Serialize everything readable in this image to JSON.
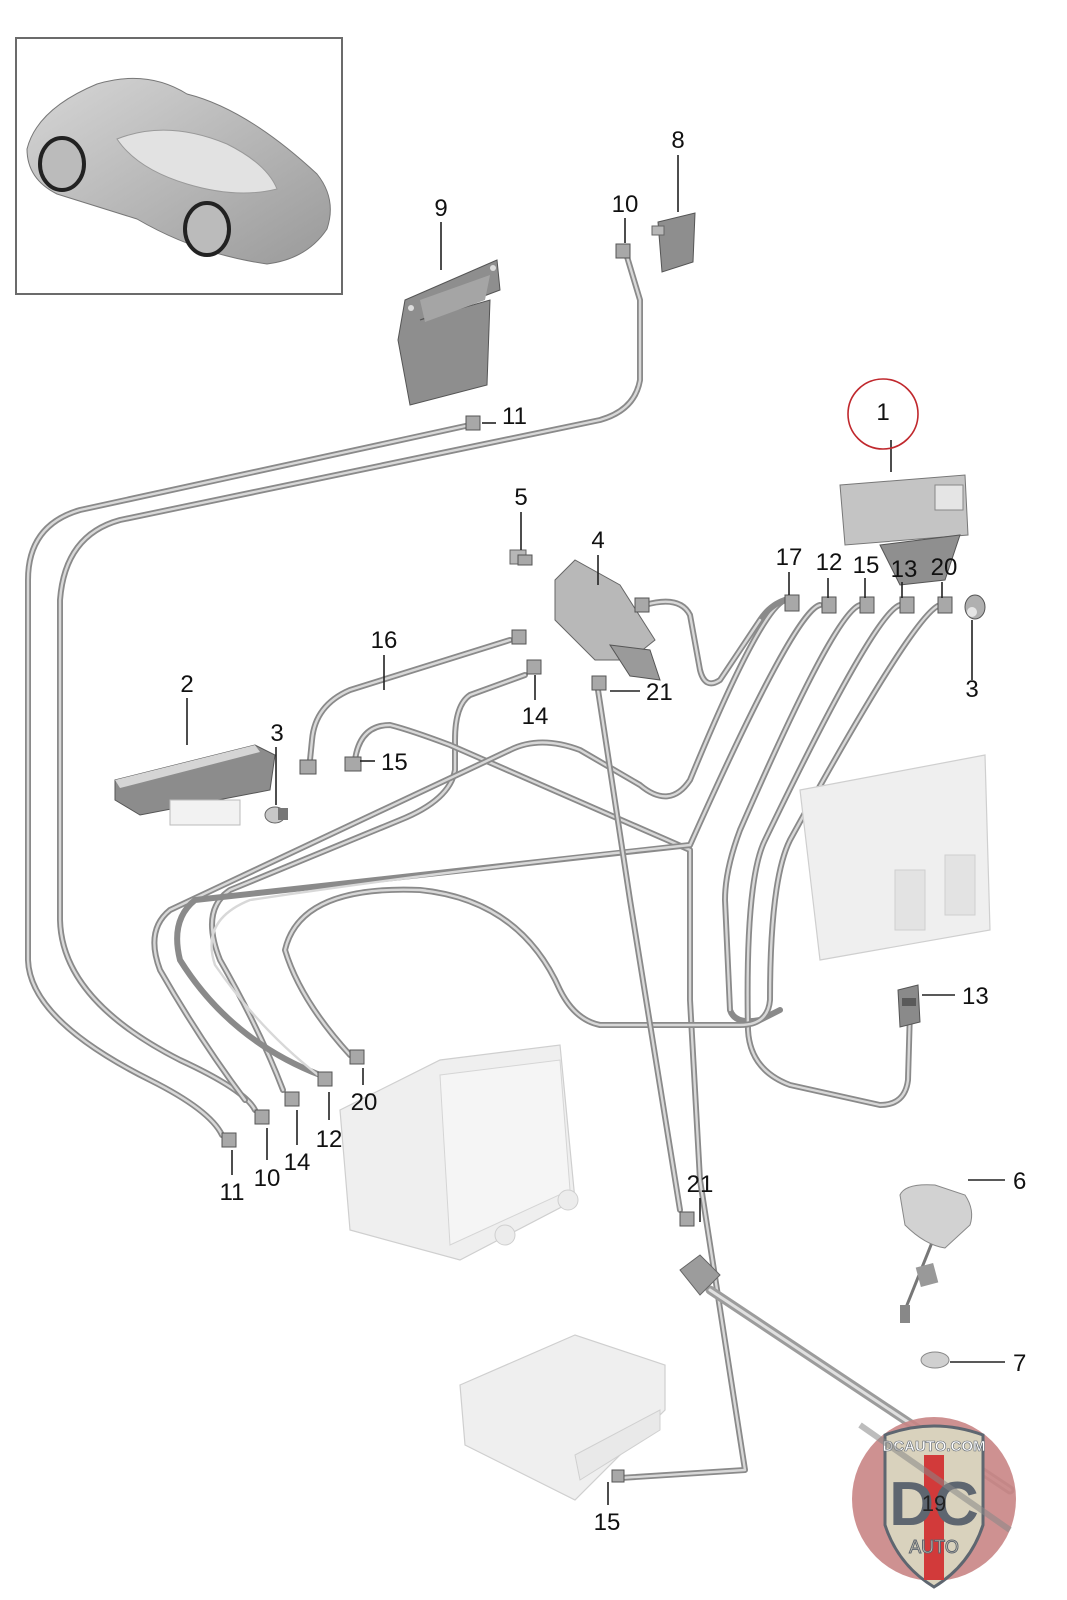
{
  "diagram": {
    "type": "exploded parts diagram",
    "subject": "Antenna amplifier / sound system cabling",
    "highlighted_part": "1",
    "highlight_color": "#c0282d",
    "inset": {
      "label": "vehicle-overview",
      "description": "sports coupe rear three-quarter view"
    },
    "callouts": {
      "c1": "1",
      "c2": "2",
      "c3a": "3",
      "c3b": "3",
      "c4": "4",
      "c5": "5",
      "c6": "6",
      "c7": "7",
      "c8": "8",
      "c9": "9",
      "c10a": "10",
      "c10b": "10",
      "c11a": "11",
      "c11b": "11",
      "c12a": "12",
      "c12b": "12",
      "c13a": "13",
      "c13b": "13",
      "c14a": "14",
      "c14b": "14",
      "c15a": "15",
      "c15b": "15",
      "c15c": "15",
      "c16": "16",
      "c17": "17",
      "c19": "19",
      "c20a": "20",
      "c20b": "20",
      "c21a": "21",
      "c21b": "21"
    },
    "parts": [
      {
        "number": "1",
        "name": "control unit with bracket"
      },
      {
        "number": "2",
        "name": "control unit"
      },
      {
        "number": "3",
        "name": "connector"
      },
      {
        "number": "4",
        "name": "module"
      },
      {
        "number": "5",
        "name": "connector"
      },
      {
        "number": "6",
        "name": "roof antenna"
      },
      {
        "number": "7",
        "name": "cap"
      },
      {
        "number": "8",
        "name": "bracket"
      },
      {
        "number": "9",
        "name": "bracket"
      },
      {
        "number": "10",
        "name": "cable"
      },
      {
        "number": "11",
        "name": "cable"
      },
      {
        "number": "12",
        "name": "cable"
      },
      {
        "number": "13",
        "name": "cable"
      },
      {
        "number": "14",
        "name": "cable"
      },
      {
        "number": "15",
        "name": "cable"
      },
      {
        "number": "16",
        "name": "cable"
      },
      {
        "number": "17",
        "name": "cable"
      },
      {
        "number": "19",
        "name": "cable"
      },
      {
        "number": "20",
        "name": "cable"
      },
      {
        "number": "21",
        "name": "cable"
      }
    ]
  },
  "watermark": {
    "top_text": "DCAUTO.COM",
    "logo_letters": "DC",
    "bottom_text": "AUTO",
    "colors": {
      "badge": "#d9d2bd",
      "letters": "#5e6670",
      "stripe": "#d23a3a",
      "disc": "#c98585"
    }
  }
}
